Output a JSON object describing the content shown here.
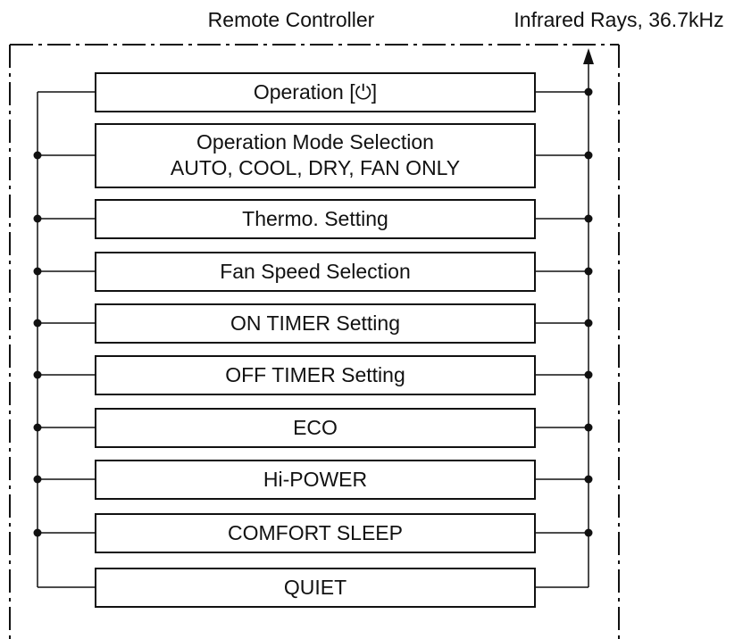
{
  "header": {
    "device_label": "Remote Controller",
    "signal_label": "Infrared Rays, 36.7kHz"
  },
  "functions": [
    {
      "label": "Operation [⏻]"
    },
    {
      "label": "Operation Mode Selection",
      "label2": "AUTO, COOL, DRY, FAN ONLY"
    },
    {
      "label": "Thermo. Setting"
    },
    {
      "label": "Fan Speed Selection"
    },
    {
      "label": "ON TIMER Setting"
    },
    {
      "label": "OFF TIMER Setting"
    },
    {
      "label": "ECO"
    },
    {
      "label": "Hi-POWER"
    },
    {
      "label": "COMFORT SLEEP"
    },
    {
      "label": "QUIET"
    }
  ]
}
